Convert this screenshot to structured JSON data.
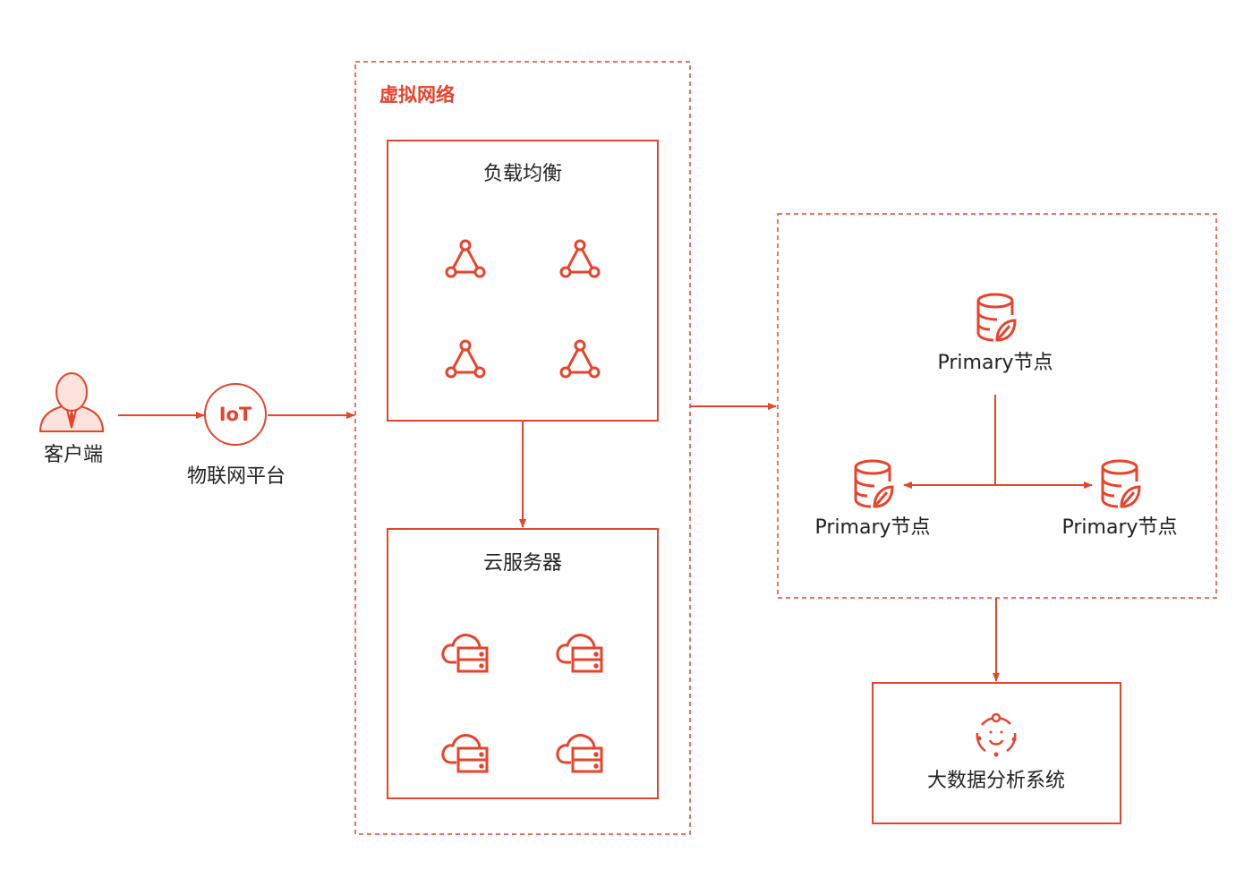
{
  "client": {
    "label": "客户端",
    "icon": "user-icon"
  },
  "iot": {
    "badge": "IoT",
    "label": "物联网平台"
  },
  "vnet": {
    "title": "虚拟网络",
    "load_balancer": {
      "title": "负载均衡",
      "icon": "load-balancer-icon"
    },
    "cloud_servers": {
      "title": "云服务器",
      "icon": "cloud-server-icon"
    }
  },
  "database_cluster": {
    "nodes": [
      {
        "label": "Primary节点",
        "icon": "database-icon"
      },
      {
        "label": "Primary节点",
        "icon": "database-icon"
      },
      {
        "label": "Primary节点",
        "icon": "database-icon"
      }
    ]
  },
  "analytics": {
    "label": "大数据分析系统",
    "icon": "analytics-icon"
  },
  "colors": {
    "accent": "#e8432b",
    "text": "#222222",
    "face": "#fde3dd"
  }
}
